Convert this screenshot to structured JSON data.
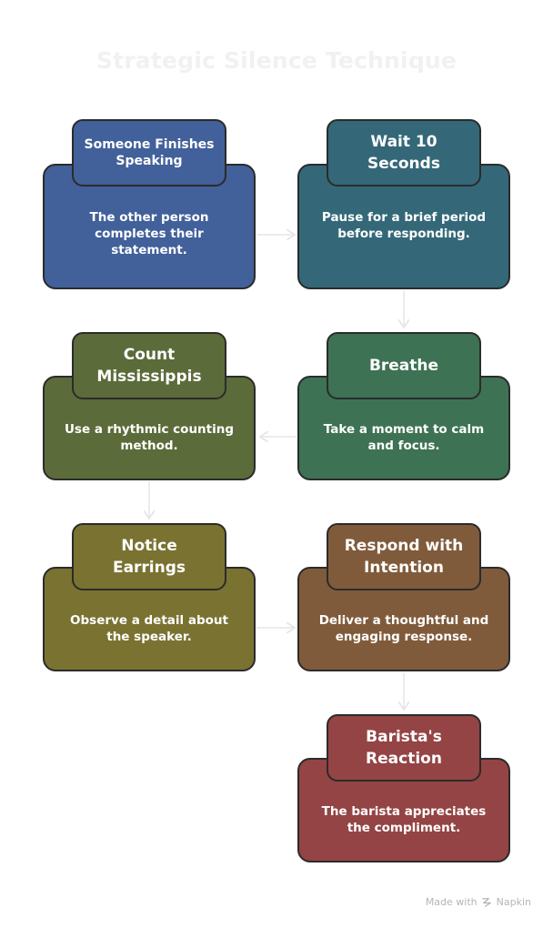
{
  "title": "Strategic Silence Technique",
  "colors": {
    "blue": "#42609a",
    "teal": "#346878",
    "olive_green": "#5c6b3a",
    "green": "#3e7254",
    "olive": "#7a7231",
    "brown": "#805b3b",
    "red": "#944444",
    "border": "#2b2b2b"
  },
  "steps": [
    {
      "title": "Someone Finishes Speaking",
      "description": "The other person completes their statement."
    },
    {
      "title": "Wait 10 Seconds",
      "description": "Pause for a brief period before responding."
    },
    {
      "title": "Breathe",
      "description": "Take a moment to calm and focus."
    },
    {
      "title": "Count Mississippis",
      "description": "Use a rhythmic counting method."
    },
    {
      "title": "Notice Earrings",
      "description": "Observe a detail about the speaker."
    },
    {
      "title": "Respond with Intention",
      "description": "Deliver a thoughtful and engaging response."
    },
    {
      "title": "Barista's Reaction",
      "description": "The barista appreciates the compliment."
    }
  ],
  "footer": {
    "made_with": "Made with",
    "brand": "Napkin"
  }
}
